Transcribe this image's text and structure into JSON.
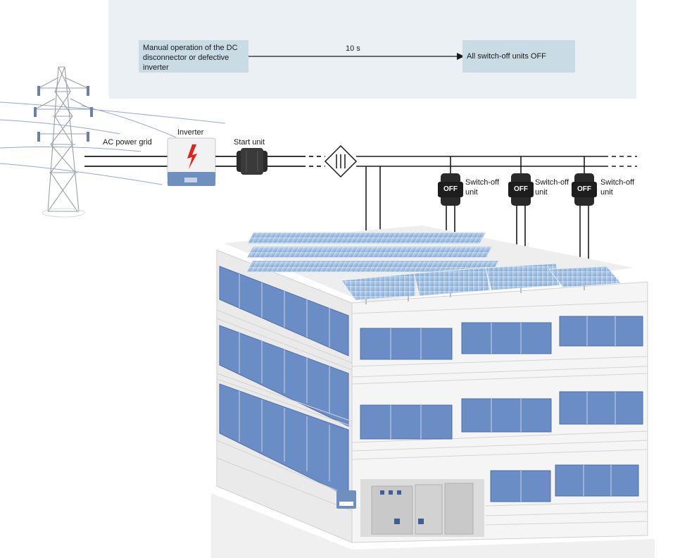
{
  "timeline": {
    "cause_label": "Manual operation of the DC disconnector or defective inverter",
    "delay_label": "10 s",
    "result_label": "All switch-off units OFF"
  },
  "labels": {
    "ac_grid": "AC power grid",
    "inverter": "Inverter",
    "start_unit": "Start unit",
    "off_badge": "OFF",
    "switch_off_unit": "Switch-off unit"
  },
  "colors": {
    "panel_bg": "#eaf0f3",
    "box_bg": "#c9dbe4",
    "solar_blue": "#8fb3d9",
    "window_blue": "#6a8dc6",
    "lightning_red": "#e2231a"
  },
  "icons": [
    "transmission-tower-icon",
    "inverter-icon",
    "start-unit-icon",
    "surge-protector-icon",
    "switch-off-unit-icon",
    "solar-panel-icon",
    "building-icon",
    "control-cabinet-icon"
  ]
}
